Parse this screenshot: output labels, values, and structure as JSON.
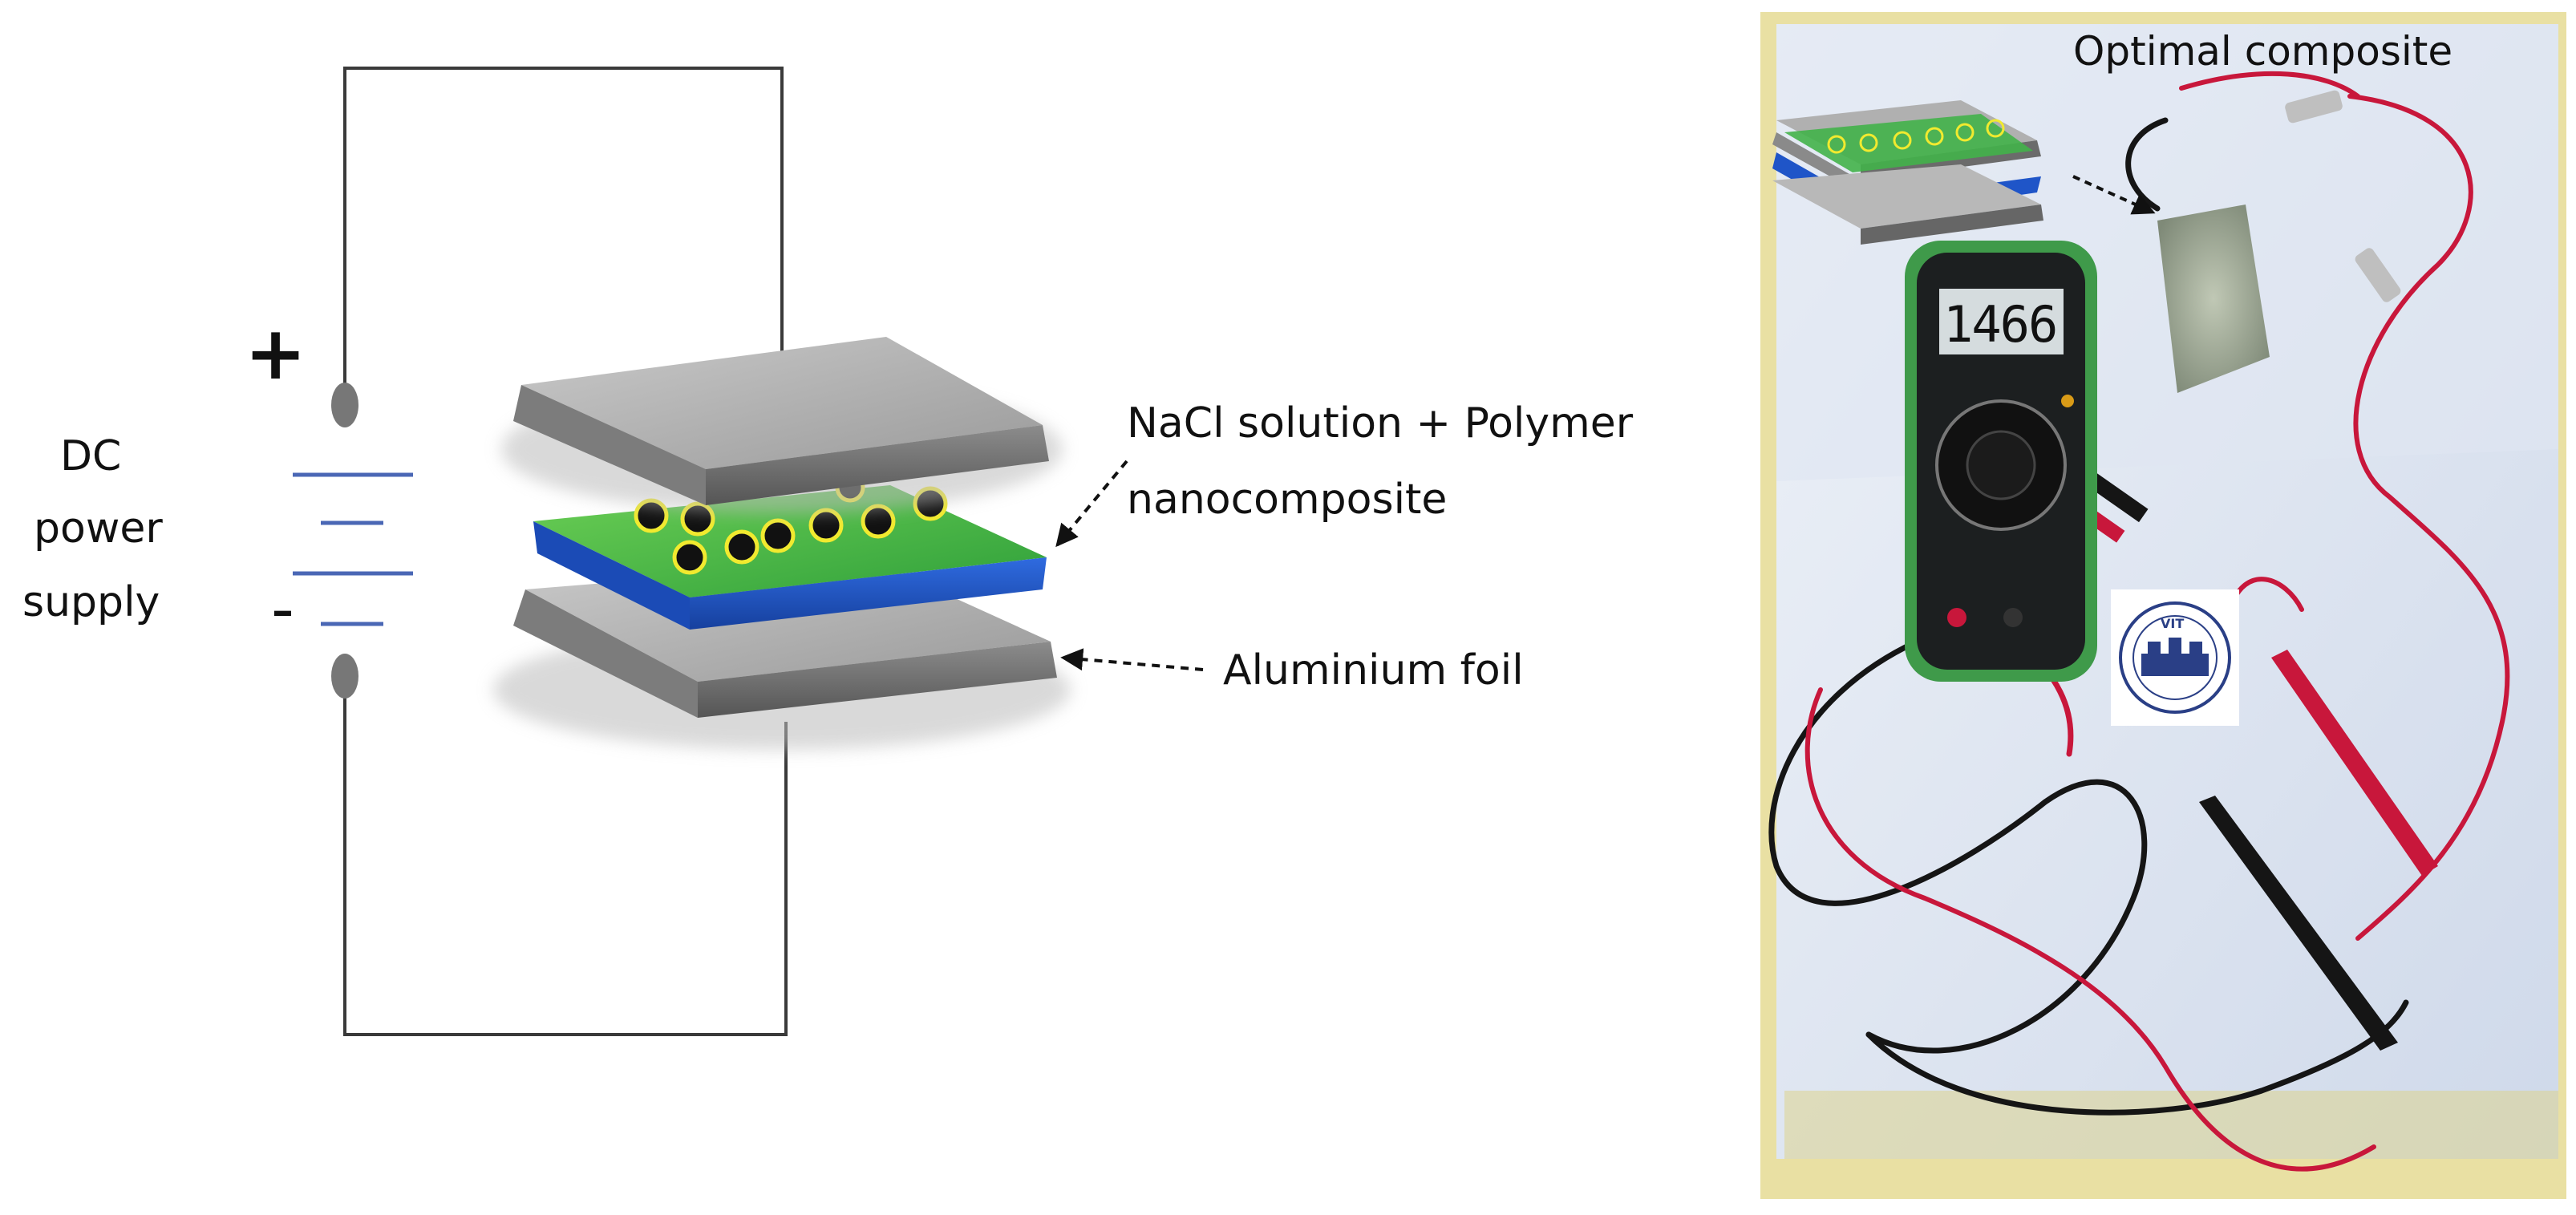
{
  "labels": {
    "plus_sign": "+",
    "minus_sign": "-",
    "power_supply_line1": "DC",
    "power_supply_line2": "power",
    "power_supply_line3": "supply",
    "layer_label_line1": "NaCl solution + Polymer",
    "layer_label_line2": "nanocomposite",
    "foil_label": "Aluminium foil",
    "photo_label": "Optimal composite",
    "meter_reading": "1466",
    "logo_text": "VIT"
  },
  "colors": {
    "wire": "#3a3a3a",
    "battery_plate": "#4a67b5",
    "terminal": "#777777",
    "foil_top": "#b4b4b4",
    "foil_edge": "#6f6f6f",
    "polymer_green": "#43b34a",
    "polymer_blue": "#1f55c8",
    "particle_fill": "#111111",
    "particle_ring": "#f1ea2f",
    "photo_background": "#d9e2f0",
    "photo_border": "#e9e0a3",
    "multimeter_body": "#1c1f20",
    "multimeter_trim": "#3f9a4a",
    "red_lead": "#c8173b",
    "black_lead": "#151515"
  },
  "icons": {
    "battery": "battery-symbol-icon",
    "arrow": "dashed-arrow-icon"
  }
}
